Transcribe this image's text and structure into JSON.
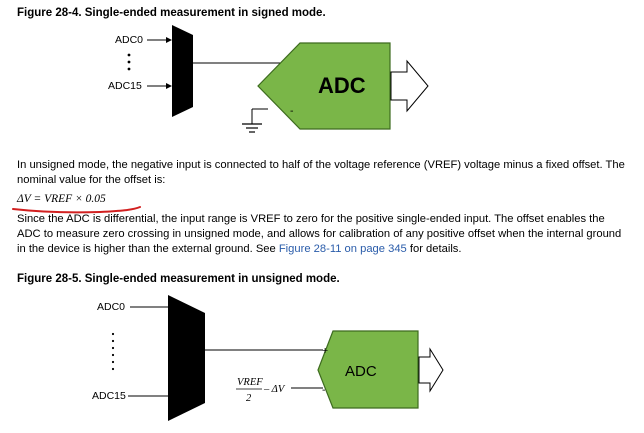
{
  "figure1": {
    "title": "Figure 28-4.  Single-ended measurement in signed mode.",
    "input_top": "ADC0",
    "input_bottom": "ADC15",
    "adc_label": "ADC",
    "minus_sign": "-"
  },
  "paragraph1": "In unsigned mode, the negative input is connected to half of the voltage reference (VREF) voltage minus a fixed offset. The nominal value for the offset is:",
  "equation": "ΔV = VREF × 0.05",
  "paragraph2": {
    "text_before_link": "Since the ADC is differential, the input range is VREF to zero for the positive single-ended input. The offset enables the ADC to measure zero crossing in unsigned mode, and allows for calibration of any positive offset when the internal ground in the device is higher than the external ground. See ",
    "link_text": "Figure 28-11 on page 345",
    "text_after_link": " for details."
  },
  "figure2": {
    "title": "Figure 28-5.  Single-ended measurement in unsigned mode.",
    "input_top": "ADC0",
    "input_bottom": "ADC15",
    "adc_label": "ADC",
    "plus_sign": "+",
    "minus_sign": "-",
    "neg_input_numerator": "VREF",
    "neg_input_denominator": "2",
    "neg_input_suffix": "– ΔV"
  },
  "colors": {
    "adc_fill": "#7ab648",
    "adc_stroke": "#3d6b1f",
    "mux_fill": "#000000",
    "annotation_underline": "#d22020",
    "link": "#2a5caa"
  }
}
